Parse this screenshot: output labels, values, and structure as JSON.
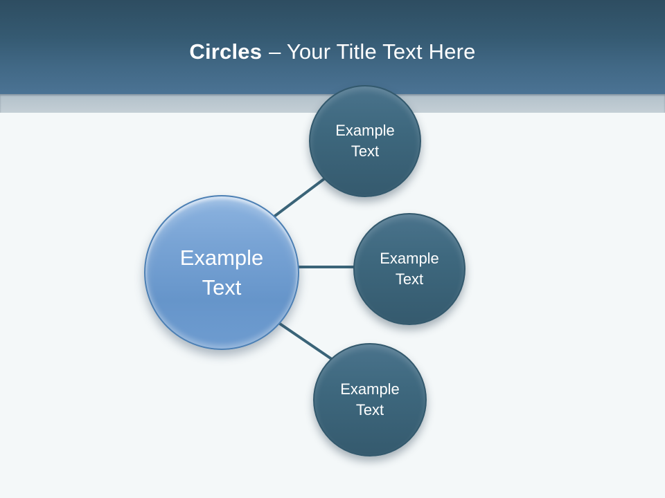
{
  "slide": {
    "title": {
      "bold": "Circles",
      "rest": "– Your Title Text Here"
    },
    "colors": {
      "header_gradient_top": "#2e4d61",
      "header_gradient_bottom": "#4b7394",
      "divider_band": "#bcc8d0",
      "background": "#f4f8f9",
      "connector_line": "#3a6478",
      "main_circle_fill": "#6e9cd0",
      "main_circle_border": "#4d80b4",
      "sub_circle_fill": "#3e687e",
      "sub_circle_border": "#33596d",
      "text": "#ffffff"
    }
  },
  "diagram": {
    "type": "radial-circles",
    "main_circle": {
      "label": "Example Text"
    },
    "sub_circles": [
      {
        "position": "top",
        "label": "Example Text"
      },
      {
        "position": "middle",
        "label": "Example Text"
      },
      {
        "position": "bottom",
        "label": "Example Text"
      }
    ]
  }
}
